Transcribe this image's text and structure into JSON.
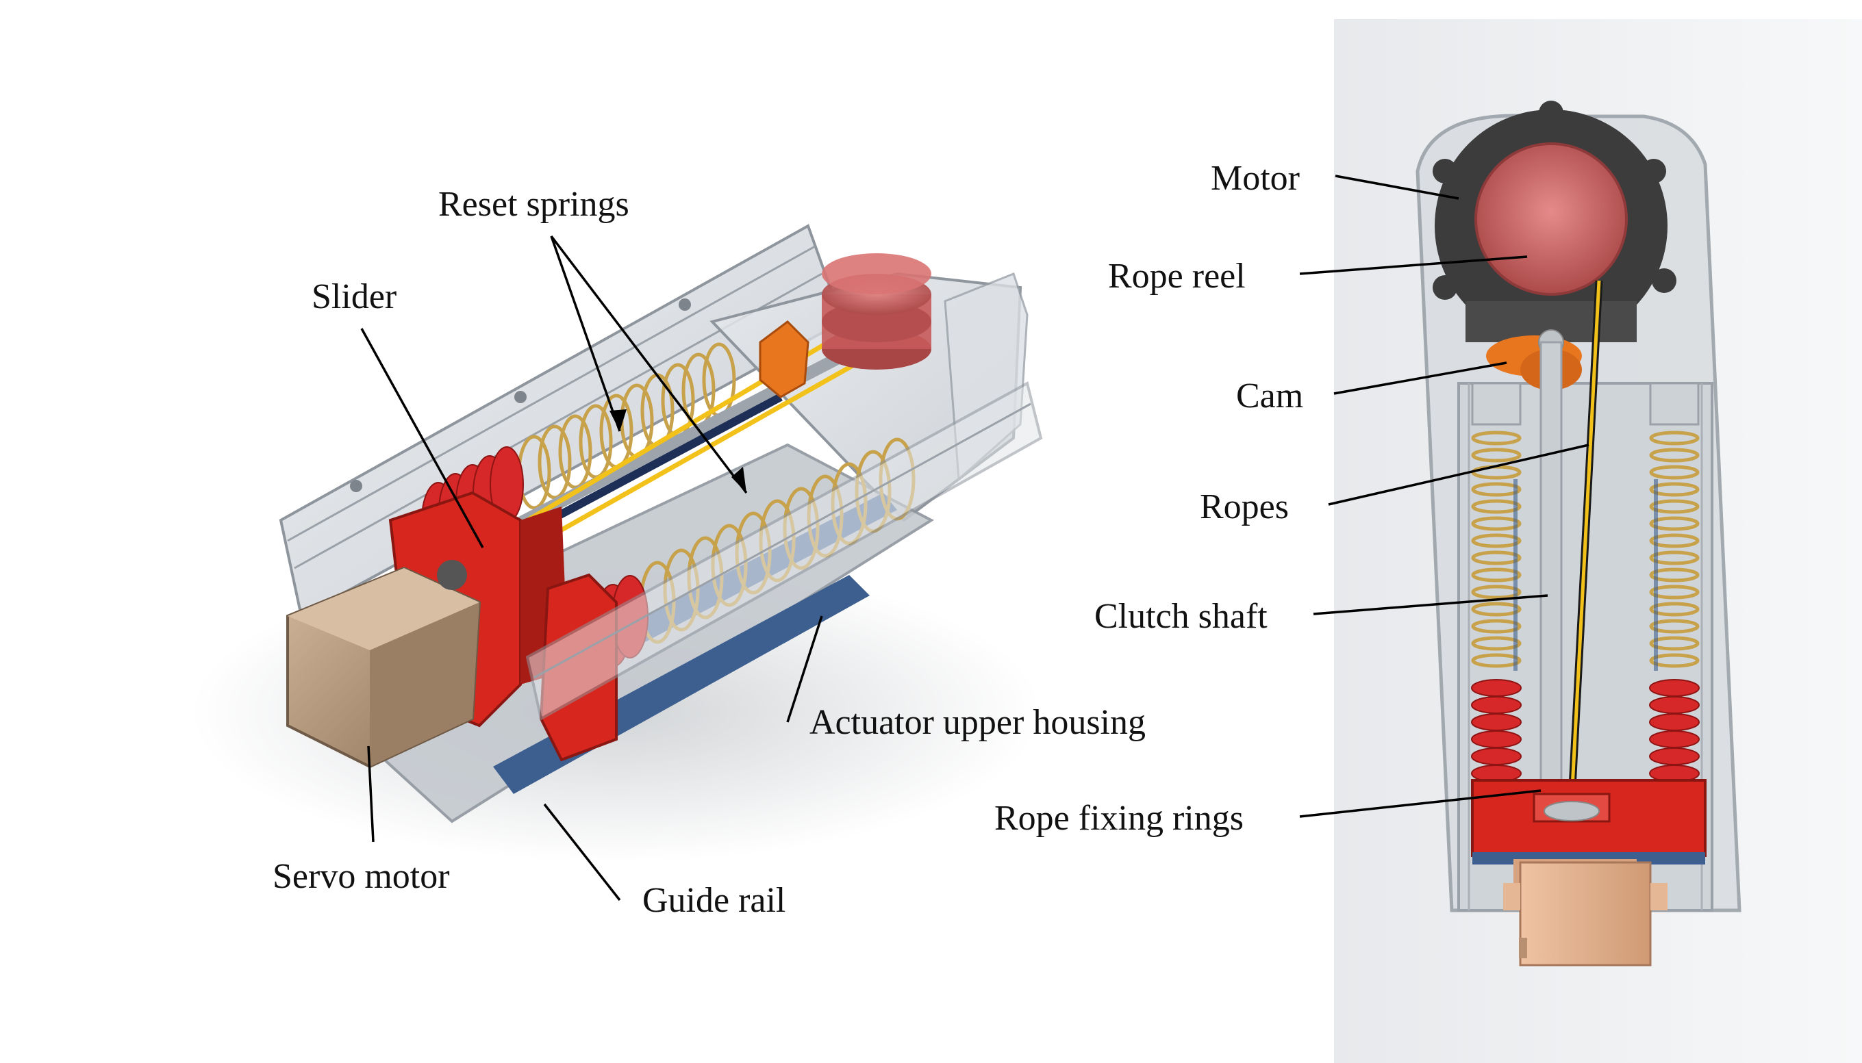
{
  "labels": {
    "reset_springs": "Reset springs",
    "slider": "Slider",
    "actuator_upper_housing": "Actuator upper housing",
    "servo_motor": "Servo motor",
    "guide_rail": "Guide rail",
    "motor": "Motor",
    "rope_reel": "Rope reel",
    "cam": "Cam",
    "ropes": "Ropes",
    "clutch_shaft": "Clutch shaft",
    "rope_fixing_rings": "Rope fixing rings"
  },
  "colors": {
    "housing": "#cfd3d8",
    "spring_gold": "#c8a24a",
    "spring_red": "#d62828",
    "slider_red": "#d7261e",
    "servo_tan": "#b89a7c",
    "reel_red": "#c75a5a",
    "cam_orange": "#e8761f",
    "rope_yellow": "#f2c21b",
    "rail_blue": "#3c5f8f",
    "motor_dark": "#3c3c3c",
    "servo_copper": "#e0ae8c"
  }
}
